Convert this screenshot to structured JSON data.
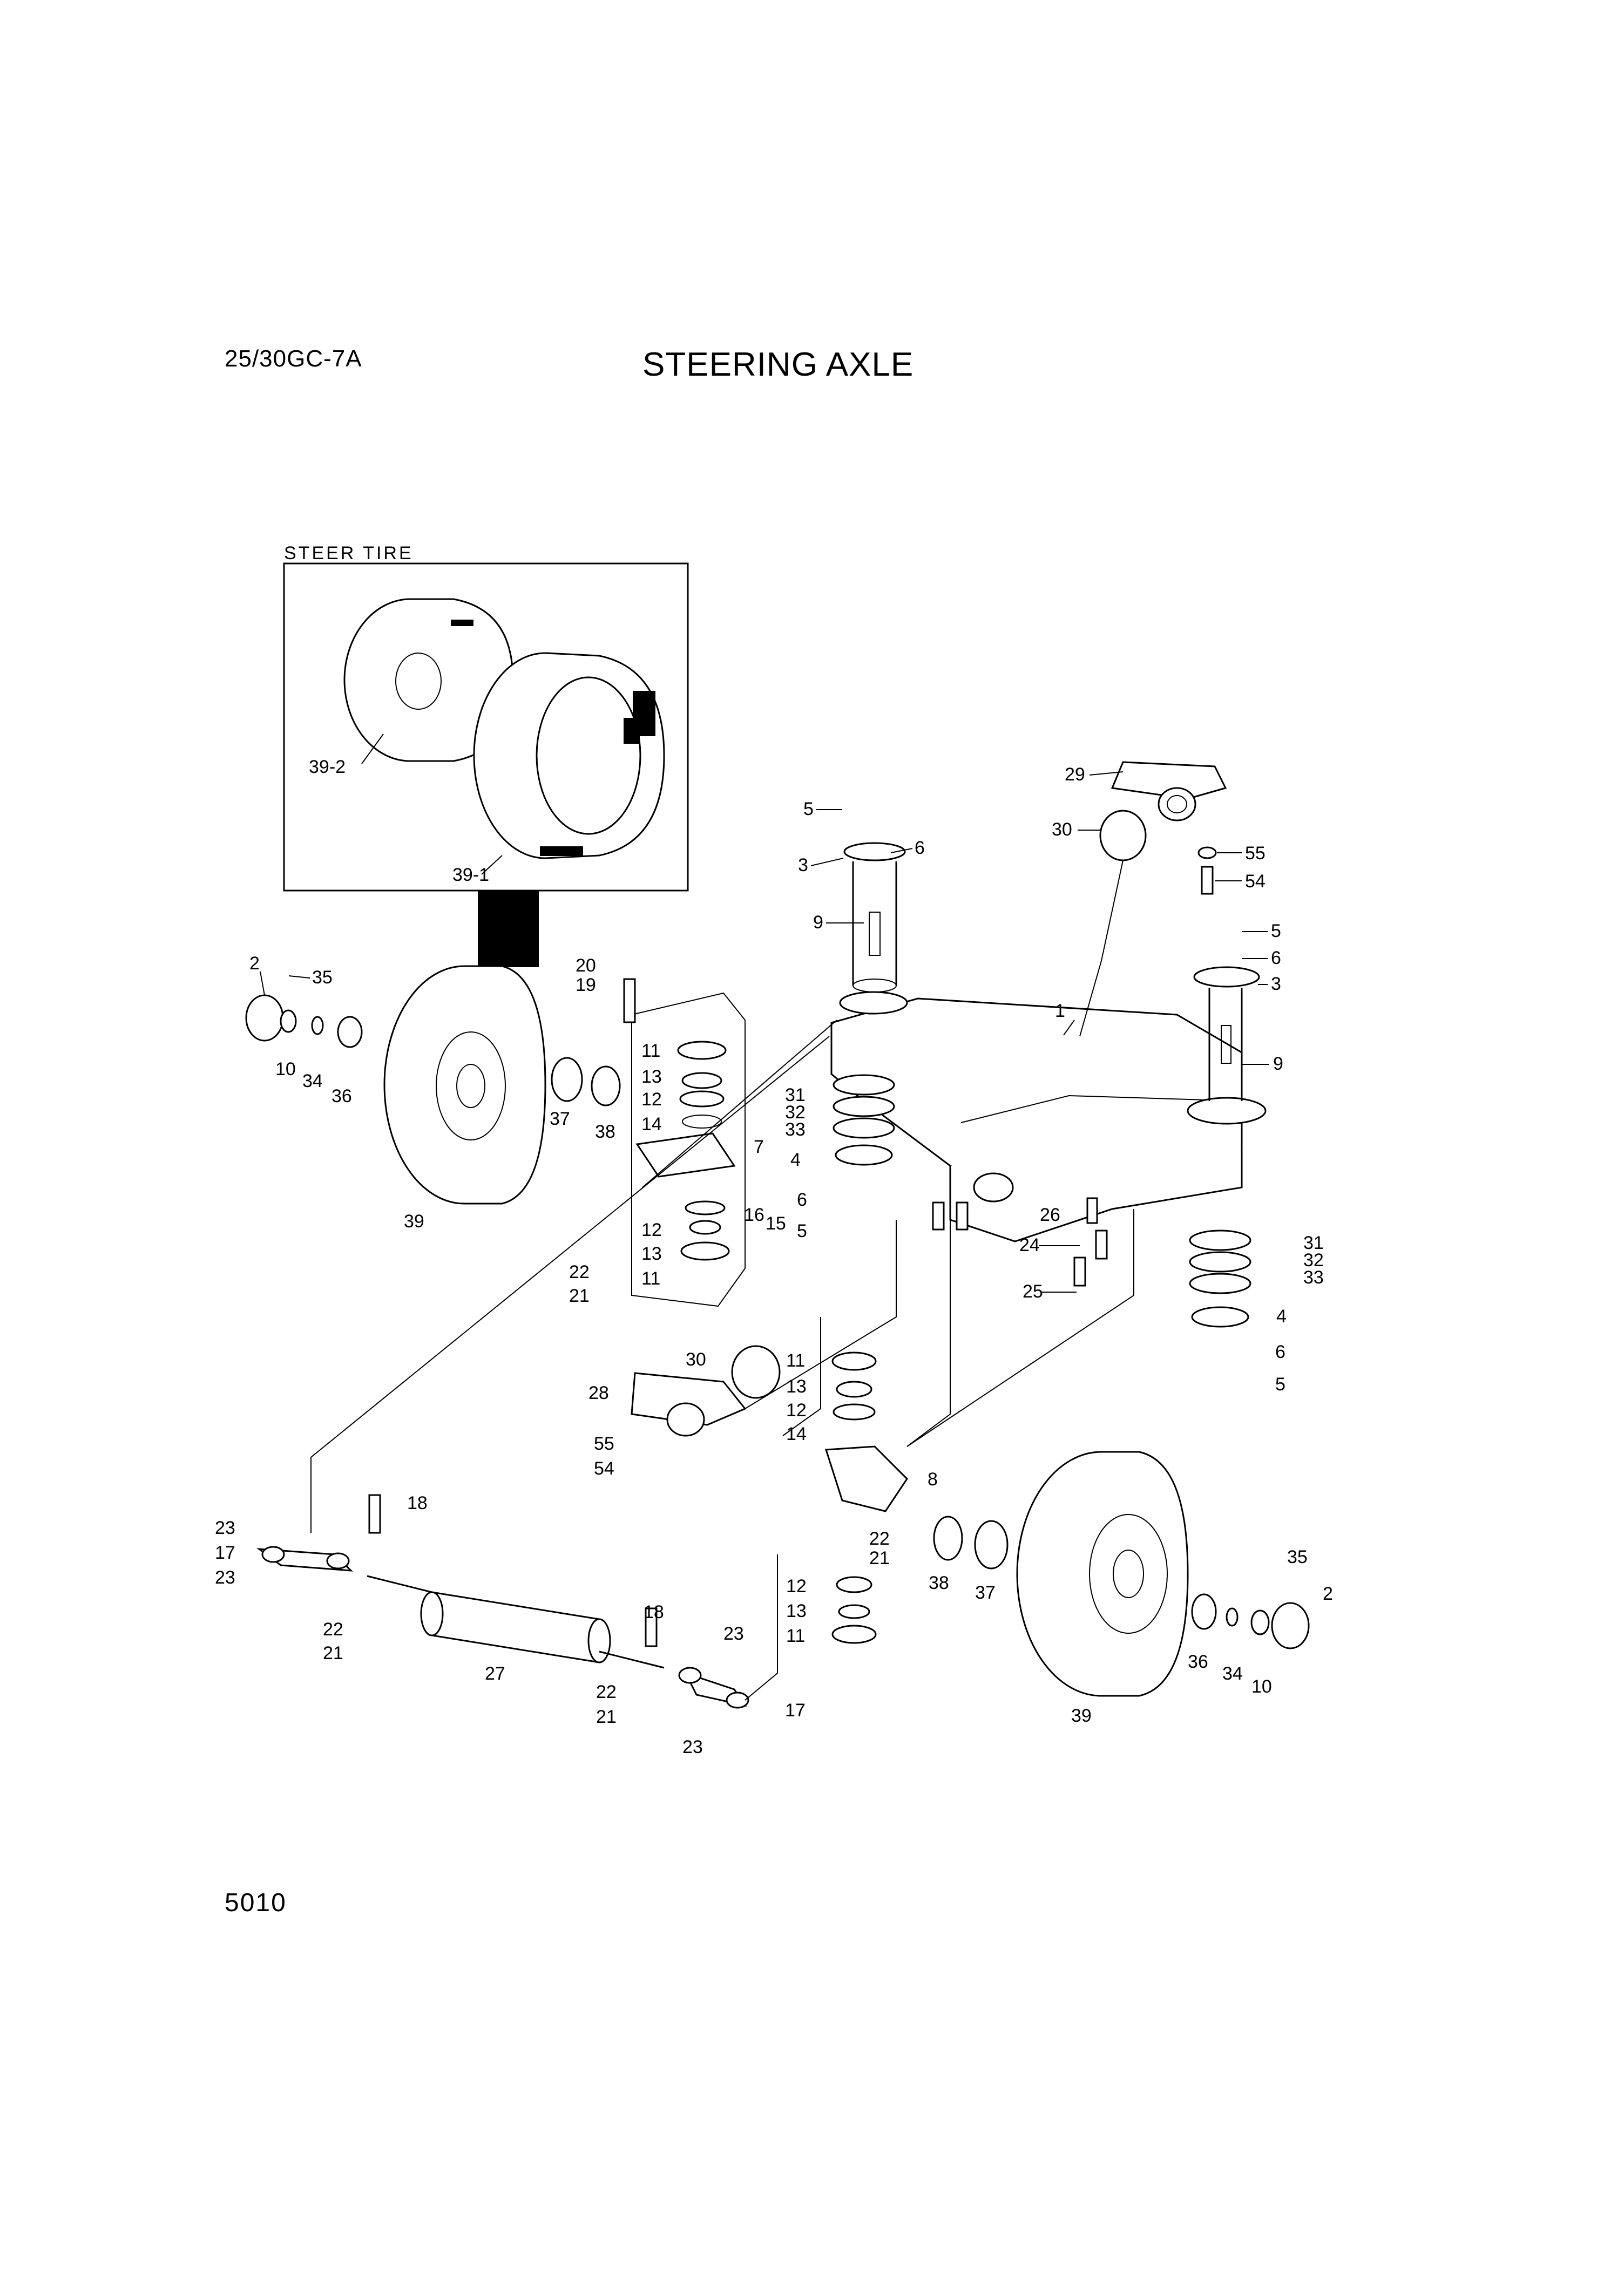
{
  "header": {
    "model": "25/30GC-7A",
    "title": "STEERING AXLE"
  },
  "inset": {
    "caption": "STEER TIRE"
  },
  "footer": {
    "page_number": "5010"
  },
  "callouts": {
    "c_39_2": "39-2",
    "c_39_1": "39-1",
    "c_2_l": "2",
    "c_35_l": "35",
    "c_10_l": "10",
    "c_34_l": "34",
    "c_36_l": "36",
    "c_37_l": "37",
    "c_38_l": "38",
    "c_39_l": "39",
    "c_20": "20",
    "c_19": "19",
    "c_11_a": "11",
    "c_13_a": "13",
    "c_12_a": "12",
    "c_14_a": "14",
    "c_7": "7",
    "c_12_b": "12",
    "c_13_b": "13",
    "c_11_b": "11",
    "c_22_a": "22",
    "c_21_a": "21",
    "c_16": "16",
    "c_15": "15",
    "c_5_a": "5",
    "c_3_a": "3",
    "c_6_a": "6",
    "c_9_a": "9",
    "c_31_a": "31",
    "c_32_a": "32",
    "c_33_a": "33",
    "c_4_a": "4",
    "c_6_b": "6",
    "c_5_b": "5",
    "c_1": "1",
    "c_29": "29",
    "c_30_a": "30",
    "c_55_a": "55",
    "c_54_a": "54",
    "c_5_c": "5",
    "c_6_c": "6",
    "c_3_b": "3",
    "c_9_b": "9",
    "c_26": "26",
    "c_24": "24",
    "c_25": "25",
    "c_31_b": "31",
    "c_32_b": "32",
    "c_33_b": "33",
    "c_4_b": "4",
    "c_6_d": "6",
    "c_5_d": "5",
    "c_30_b": "30",
    "c_28": "28",
    "c_55_b": "55",
    "c_54_b": "54",
    "c_11_c": "11",
    "c_13_c": "13",
    "c_12_c": "12",
    "c_14_b": "14",
    "c_8": "8",
    "c_22_b": "22",
    "c_21_b": "21",
    "c_12_d": "12",
    "c_13_d": "13",
    "c_11_d": "11",
    "c_38_r": "38",
    "c_37_r": "37",
    "c_39_r": "39",
    "c_35_r": "35",
    "c_2_r": "2",
    "c_36_r": "36",
    "c_34_r": "34",
    "c_10_r": "10",
    "c_18_a": "18",
    "c_23_a": "23",
    "c_17_a": "17",
    "c_23_b": "23",
    "c_22_c": "22",
    "c_21_c": "21",
    "c_27": "27",
    "c_18_b": "18",
    "c_23_c": "23",
    "c_22_d": "22",
    "c_21_d": "21",
    "c_17_b": "17",
    "c_23_d": "23"
  }
}
